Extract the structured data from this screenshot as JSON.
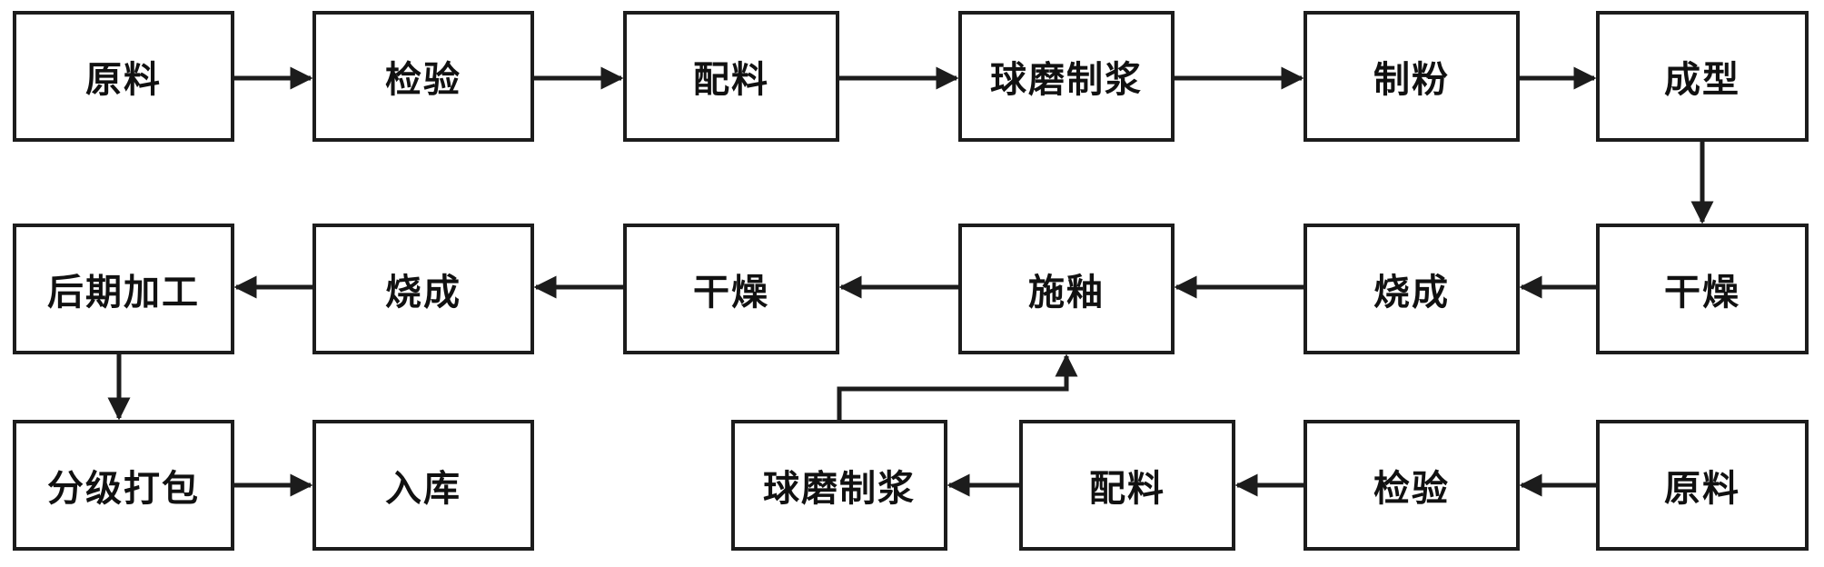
{
  "colors": {
    "stroke": "#1c1c1c",
    "text": "#111111",
    "background": "#ffffff"
  },
  "row1": [
    {
      "id": "r1-raw",
      "label": "原料"
    },
    {
      "id": "r1-inspect",
      "label": "检验"
    },
    {
      "id": "r1-batch",
      "label": "配料"
    },
    {
      "id": "r1-ballmill",
      "label": "球磨制浆"
    },
    {
      "id": "r1-powder",
      "label": "制粉"
    },
    {
      "id": "r1-forming",
      "label": "成型"
    }
  ],
  "row2": [
    {
      "id": "r2-postproc",
      "label": "后期加工"
    },
    {
      "id": "r2-fire2",
      "label": "烧成"
    },
    {
      "id": "r2-dry2",
      "label": "干燥"
    },
    {
      "id": "r2-glaze",
      "label": "施釉"
    },
    {
      "id": "r2-fire1",
      "label": "烧成"
    },
    {
      "id": "r2-dry1",
      "label": "干燥"
    }
  ],
  "row3": [
    {
      "id": "r3-grade",
      "label": "分级打包"
    },
    {
      "id": "r3-store",
      "label": "入库"
    },
    {
      "id": "r3-ballmill",
      "label": "球磨制浆"
    },
    {
      "id": "r3-batch",
      "label": "配料"
    },
    {
      "id": "r3-inspect",
      "label": "检验"
    },
    {
      "id": "r3-raw",
      "label": "原料"
    }
  ],
  "edges": [
    [
      "r1-raw",
      "r1-inspect"
    ],
    [
      "r1-inspect",
      "r1-batch"
    ],
    [
      "r1-batch",
      "r1-ballmill"
    ],
    [
      "r1-ballmill",
      "r1-powder"
    ],
    [
      "r1-powder",
      "r1-forming"
    ],
    [
      "r1-forming",
      "r2-dry1"
    ],
    [
      "r2-dry1",
      "r2-fire1"
    ],
    [
      "r2-fire1",
      "r2-glaze"
    ],
    [
      "r2-glaze",
      "r2-dry2"
    ],
    [
      "r2-dry2",
      "r2-fire2"
    ],
    [
      "r2-fire2",
      "r2-postproc"
    ],
    [
      "r2-postproc",
      "r3-grade"
    ],
    [
      "r3-grade",
      "r3-store"
    ],
    [
      "r3-raw",
      "r3-inspect"
    ],
    [
      "r3-inspect",
      "r3-batch"
    ],
    [
      "r3-batch",
      "r3-ballmill"
    ],
    [
      "r3-ballmill",
      "r2-glaze"
    ]
  ]
}
